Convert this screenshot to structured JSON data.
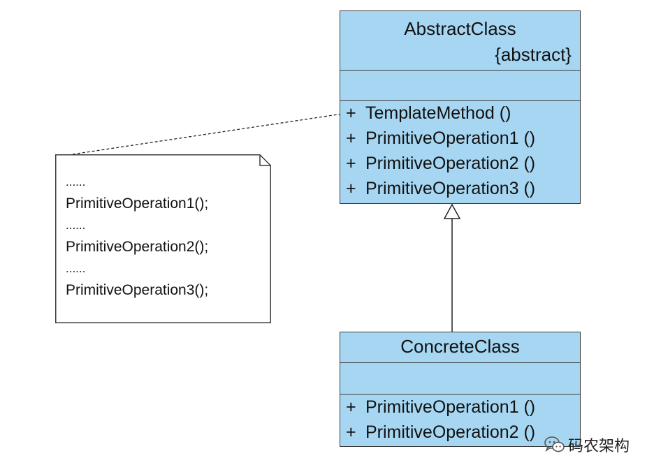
{
  "colors": {
    "class_fill": "#a6d6f2",
    "border": "#3a3a3a",
    "note_fill": "#ffffff"
  },
  "abstract_class": {
    "name": "AbstractClass",
    "stereotype": "{abstract}",
    "operations": [
      {
        "visibility": "+",
        "signature": "TemplateMethod ()"
      },
      {
        "visibility": "+",
        "signature": "PrimitiveOperation1 ()"
      },
      {
        "visibility": "+",
        "signature": "PrimitiveOperation2 ()"
      },
      {
        "visibility": "+",
        "signature": "PrimitiveOperation3 ()"
      }
    ]
  },
  "concrete_class": {
    "name": "ConcreteClass",
    "operations": [
      {
        "visibility": "+",
        "signature": "PrimitiveOperation1 ()"
      },
      {
        "visibility": "+",
        "signature": "PrimitiveOperation2 ()"
      }
    ]
  },
  "note": {
    "lines": [
      "......",
      "PrimitiveOperation1();",
      "......",
      "PrimitiveOperation2();",
      "......",
      "PrimitiveOperation3();"
    ]
  },
  "watermark": {
    "icon": "wechat-icon",
    "text": "码农架构"
  }
}
